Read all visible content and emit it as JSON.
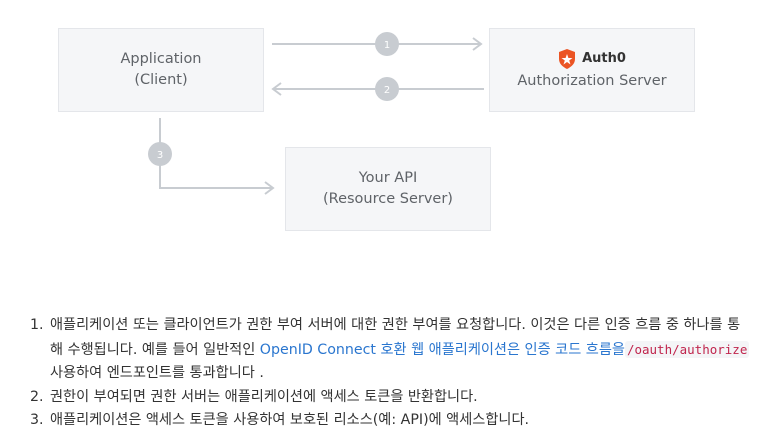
{
  "diagram": {
    "client": {
      "line1": "Application",
      "line2": "(Client)"
    },
    "auth_server": {
      "logo_text": "Auth0",
      "label": "Authorization Server"
    },
    "api": {
      "line1": "Your API",
      "line2": "(Resource Server)"
    },
    "step_badges": [
      "1",
      "2",
      "3"
    ],
    "colors": {
      "box_fill": "#f5f6f8",
      "arrow": "#c8ccd1",
      "badge": "#c8ccd1",
      "logo": "#eb5424",
      "link": "#2a76cf",
      "code": "#c0254d"
    },
    "logo_icon": "auth0-shield-icon"
  },
  "steps": [
    {
      "number": "1.",
      "text_before": "애플리케이션 또는 클라이언트가 권한 부여 서버에 대한 권한 부여를 요청합니다. 이것은 다른 인증 흐름 중 하나를 통해 수행됩니다. 예를 들어 일반적인 ",
      "link_text": "OpenID Connect 호환 웹 애플리케이션은 인증 코드 흐름을",
      "code": "/oauth/authorize",
      "text_after": " 사용하여 엔드포인트를 통과합니다 ."
    },
    {
      "number": "2.",
      "text": "권한이 부여되면 권한 서버는 애플리케이션에 액세스 토큰을 반환합니다."
    },
    {
      "number": "3.",
      "text": "애플리케이션은 액세스 토큰을 사용하여 보호된 리소스(예: API)에 액세스합니다."
    }
  ]
}
